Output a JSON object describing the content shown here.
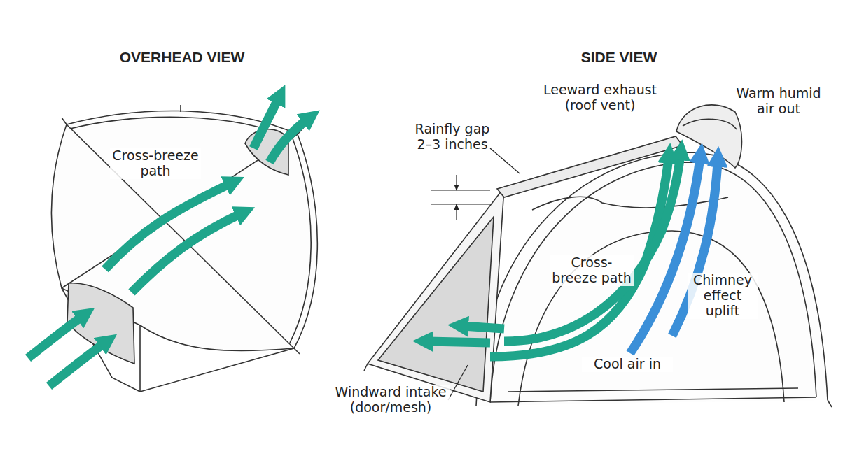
{
  "diagram": {
    "labels": [
      "OVERHEAD VIEW",
      "SIDE VIEW",
      "Cross-breeze path",
      "Leeward exhaust (roof vent)",
      "Warm humid air out",
      "Rainfly gap 2–3 inches",
      "Cross-breeze path",
      "Chimney effect uplift",
      "Cool air in",
      "Windward intake (door/mesh)"
    ]
  }
}
